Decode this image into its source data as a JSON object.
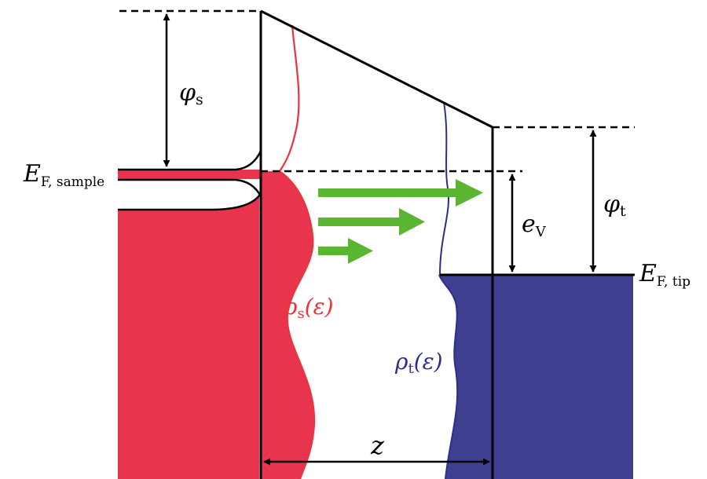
{
  "labels": {
    "work_function_sample": {
      "main": "φ",
      "sub": "s"
    },
    "fermi_sample": {
      "main": "E",
      "sub": "F, sample"
    },
    "work_function_tip": {
      "main": "φ",
      "sub": "t"
    },
    "bias": {
      "main": "e",
      "sub": "V"
    },
    "fermi_tip": {
      "main": "E",
      "sub": "F, tip"
    },
    "dos_sample": {
      "main": "ρ",
      "sub": "s",
      "arg": "(ε)"
    },
    "dos_tip": {
      "main": "ρ",
      "sub": "t",
      "arg": "(ε)"
    },
    "gap": "z"
  },
  "colors": {
    "sample_fill": "#e8344d",
    "sample_line": "#e8343a",
    "tip_fill": "#3f3f8f",
    "tip_line": "#2d2d90",
    "arrow": "#5ab531",
    "ink": "#000000"
  }
}
